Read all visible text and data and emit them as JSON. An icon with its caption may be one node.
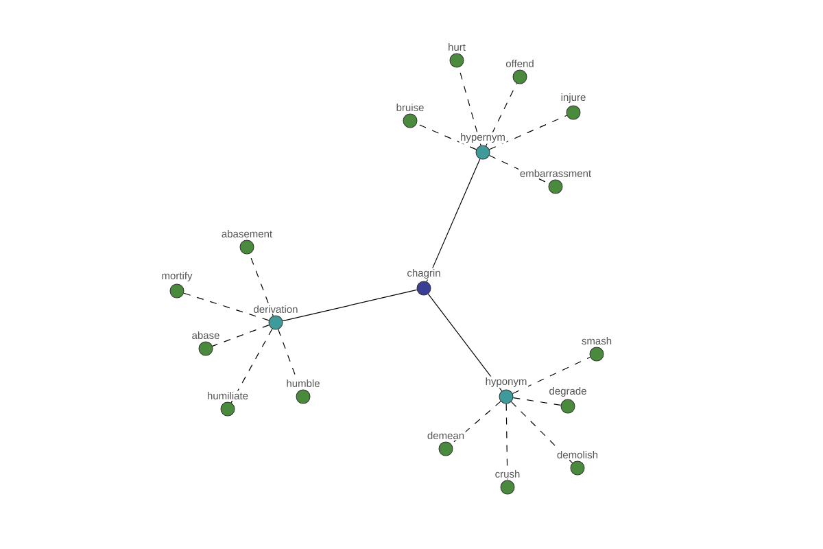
{
  "diagram": {
    "nodes": [
      {
        "text": [
          "chagrin"
        ]
      },
      {
        "text": [
          "hypernym"
        ]
      },
      {
        "text": [
          "hurt"
        ]
      },
      {
        "text": [
          "offend"
        ]
      },
      {
        "text": [
          "injure"
        ]
      },
      {
        "text": [
          "bruise"
        ]
      },
      {
        "text": [
          "embarrassment"
        ]
      },
      {
        "text": [
          "derivation"
        ]
      },
      {
        "text": [
          "abasement"
        ]
      },
      {
        "text": [
          "mortify"
        ]
      },
      {
        "text": [
          "abase"
        ]
      },
      {
        "text": [
          "humiliate"
        ]
      },
      {
        "text": [
          "humble"
        ]
      },
      {
        "text": [
          "hyponym"
        ]
      },
      {
        "text": [
          "smash"
        ]
      },
      {
        "text": [
          "degrade"
        ]
      },
      {
        "text": [
          "demolish"
        ]
      },
      {
        "text": [
          "crush"
        ]
      },
      {
        "text": [
          "demean"
        ]
      }
    ],
    "edges": [
      {
        "from": 0,
        "to": 1,
        "arrow": "none"
      },
      {
        "from": 0,
        "to": 7,
        "arrow": "none"
      },
      {
        "from": 0,
        "to": 13,
        "arrow": "none"
      },
      {
        "from": 1,
        "to": 2,
        "arrow": "none",
        "style": "dashed"
      },
      {
        "from": 1,
        "to": 3,
        "arrow": "none",
        "style": "dashed"
      },
      {
        "from": 1,
        "to": 4,
        "arrow": "none",
        "style": "dashed"
      },
      {
        "from": 1,
        "to": 5,
        "arrow": "none",
        "style": "dashed"
      },
      {
        "from": 1,
        "to": 6,
        "arrow": "none",
        "style": "dashed"
      },
      {
        "from": 7,
        "to": 8,
        "arrow": "none",
        "style": "dashed"
      },
      {
        "from": 7,
        "to": 9,
        "arrow": "none",
        "style": "dashed"
      },
      {
        "from": 7,
        "to": 10,
        "arrow": "none",
        "style": "dashed"
      },
      {
        "from": 7,
        "to": 11,
        "arrow": "none",
        "style": "dashed"
      },
      {
        "from": 7,
        "to": 12,
        "arrow": "none",
        "style": "dashed"
      },
      {
        "from": 13,
        "to": 14,
        "arrow": "none",
        "style": "dashed"
      },
      {
        "from": 13,
        "to": 15,
        "arrow": "none",
        "style": "dashed"
      },
      {
        "from": 13,
        "to": 16,
        "arrow": "none",
        "style": "dashed"
      },
      {
        "from": 13,
        "to": 17,
        "arrow": "none",
        "style": "dashed"
      },
      {
        "from": 13,
        "to": 18,
        "arrow": "none",
        "style": "dashed"
      }
    ]
  }
}
